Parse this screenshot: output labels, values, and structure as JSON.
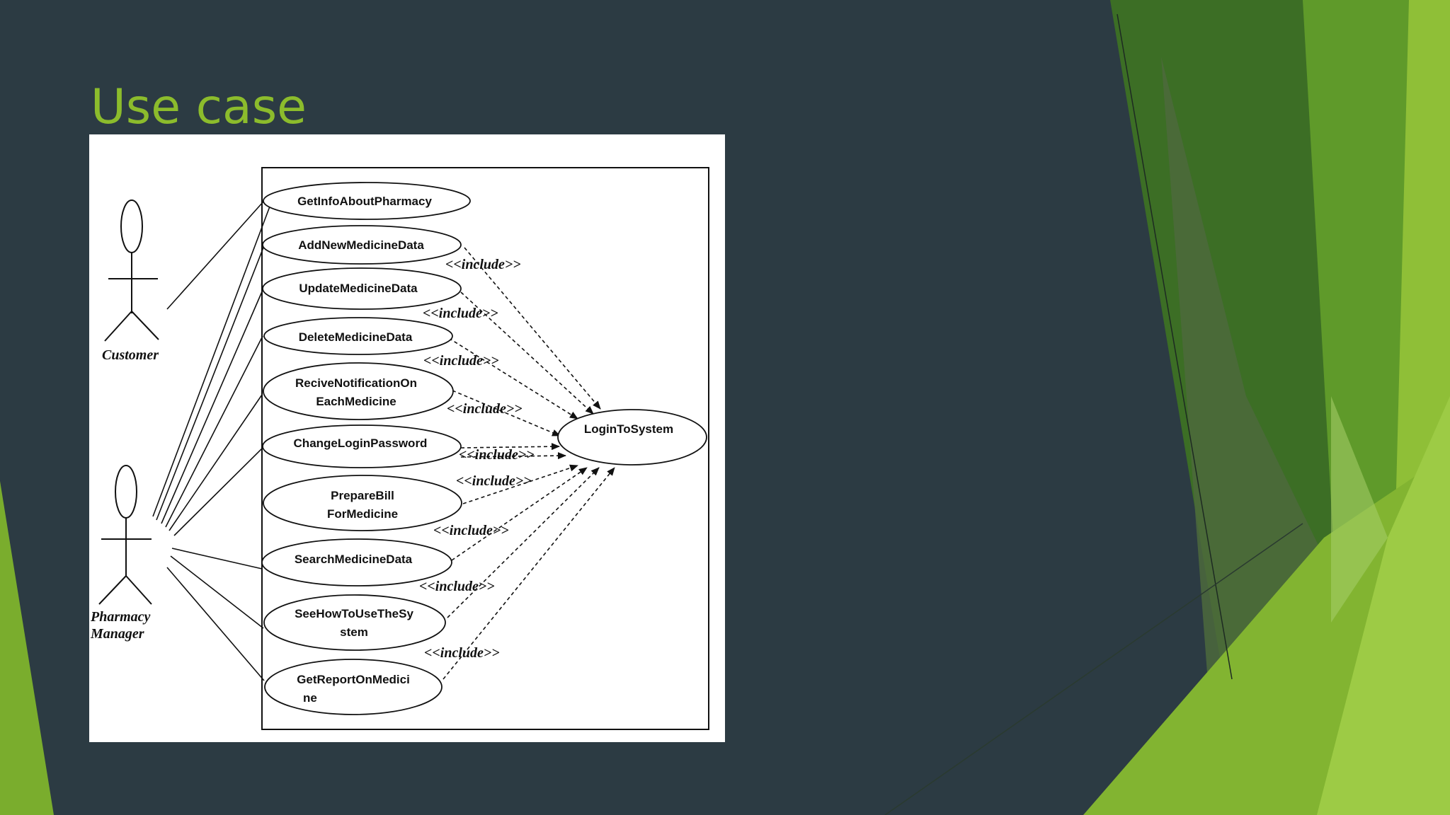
{
  "slide": {
    "title": "Use case"
  },
  "colors": {
    "background": "#2c3b43",
    "title": "#8cbc2c",
    "accent_green_light": "#94c13a",
    "accent_green_mid": "#6fa22a",
    "accent_green_dark": "#3f7326"
  },
  "diagram": {
    "actors": {
      "customer": "Customer",
      "manager_line1": "Pharmacy",
      "manager_line2": "Manager"
    },
    "use_cases": {
      "get_info": [
        "GetInfoAboutPharmacy"
      ],
      "add_medicine": [
        "AddNewMedicineData"
      ],
      "update_medicine": [
        "UpdateMedicineData"
      ],
      "delete_medicine": [
        "DeleteMedicineData"
      ],
      "receive_notification": [
        "ReciveNotificationOn",
        "EachMedicine"
      ],
      "change_password": [
        "ChangeLoginPassword"
      ],
      "prepare_bill": [
        "PrepareBill",
        "ForMedicine"
      ],
      "search_medicine": [
        "SearchMedicineData"
      ],
      "see_how_to_use": [
        "SeeHowToUseTheSy",
        "stem"
      ],
      "get_report": [
        "GetReportOnMedici",
        "ne"
      ],
      "login": [
        "LoginToSystem"
      ]
    },
    "include_label": "<<include>>"
  }
}
